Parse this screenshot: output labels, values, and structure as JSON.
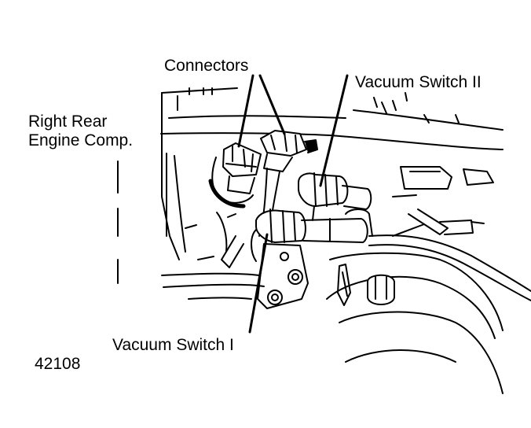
{
  "labels": {
    "connectors": "Connectors",
    "vacuum_switch_2": "Vacuum Switch II",
    "right_rear_line1": "Right Rear",
    "right_rear_line2": "Engine Comp.",
    "vacuum_switch_1": "Vacuum Switch I",
    "figure_number": "42108"
  },
  "colors": {
    "ink": "#000000",
    "paper": "#ffffff"
  }
}
